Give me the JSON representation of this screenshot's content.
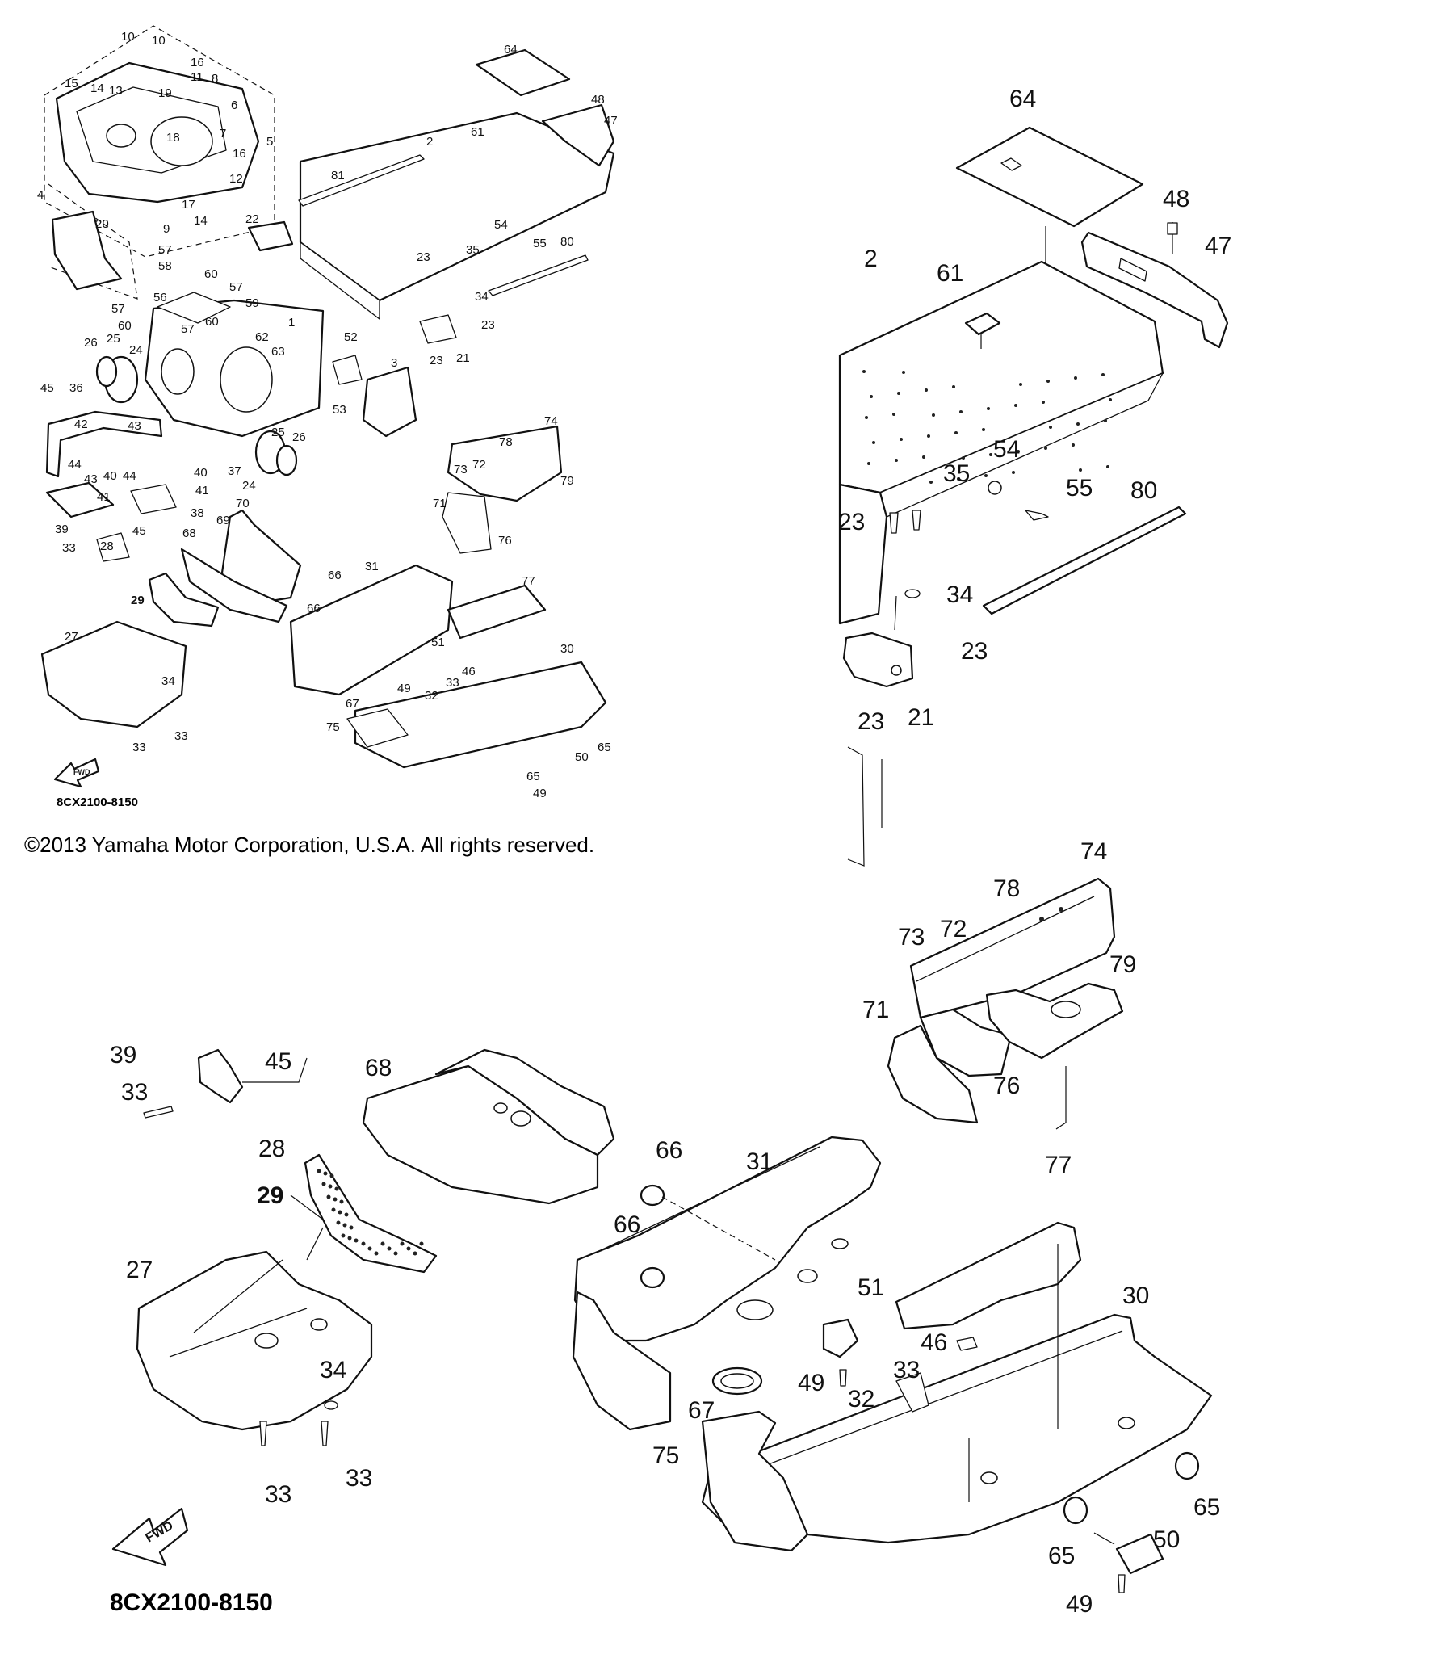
{
  "copyright": "©2013 Yamaha Motor Corporation, U.S.A. All rights reserved.",
  "diagram_code": "8CX2100-8150",
  "fwd_label": "FWD",
  "overview_callouts": [
    {
      "id": "ov-10a",
      "text": "10"
    },
    {
      "id": "ov-10b",
      "text": "10"
    },
    {
      "id": "ov-16a",
      "text": "16"
    },
    {
      "id": "ov-11",
      "text": "11"
    },
    {
      "id": "ov-8",
      "text": "8"
    },
    {
      "id": "ov-15",
      "text": "15"
    },
    {
      "id": "ov-14a",
      "text": "14"
    },
    {
      "id": "ov-13",
      "text": "13"
    },
    {
      "id": "ov-19",
      "text": "19"
    },
    {
      "id": "ov-6",
      "text": "6"
    },
    {
      "id": "ov-7",
      "text": "7"
    },
    {
      "id": "ov-5",
      "text": "5"
    },
    {
      "id": "ov-18",
      "text": "18"
    },
    {
      "id": "ov-16b",
      "text": "16"
    },
    {
      "id": "ov-12",
      "text": "12"
    },
    {
      "id": "ov-17",
      "text": "17"
    },
    {
      "id": "ov-14b",
      "text": "14"
    },
    {
      "id": "ov-9",
      "text": "9"
    },
    {
      "id": "ov-4",
      "text": "4"
    },
    {
      "id": "ov-20",
      "text": "20"
    },
    {
      "id": "ov-22",
      "text": "22"
    },
    {
      "id": "ov-64",
      "text": "64"
    },
    {
      "id": "ov-48",
      "text": "48"
    },
    {
      "id": "ov-47",
      "text": "47"
    },
    {
      "id": "ov-2",
      "text": "2"
    },
    {
      "id": "ov-61",
      "text": "61"
    },
    {
      "id": "ov-81",
      "text": "81"
    },
    {
      "id": "ov-54",
      "text": "54"
    },
    {
      "id": "ov-23a",
      "text": "23"
    },
    {
      "id": "ov-35",
      "text": "35"
    },
    {
      "id": "ov-55",
      "text": "55"
    },
    {
      "id": "ov-80",
      "text": "80"
    },
    {
      "id": "ov-34a",
      "text": "34"
    },
    {
      "id": "ov-23b",
      "text": "23"
    },
    {
      "id": "ov-23c",
      "text": "23"
    },
    {
      "id": "ov-21",
      "text": "21"
    },
    {
      "id": "ov-57a",
      "text": "57"
    },
    {
      "id": "ov-58",
      "text": "58"
    },
    {
      "id": "ov-60a",
      "text": "60"
    },
    {
      "id": "ov-56",
      "text": "56"
    },
    {
      "id": "ov-57b",
      "text": "57"
    },
    {
      "id": "ov-59",
      "text": "59"
    },
    {
      "id": "ov-57c",
      "text": "57"
    },
    {
      "id": "ov-60b",
      "text": "60"
    },
    {
      "id": "ov-57d",
      "text": "57"
    },
    {
      "id": "ov-60c",
      "text": "60"
    },
    {
      "id": "ov-1",
      "text": "1"
    },
    {
      "id": "ov-62",
      "text": "62"
    },
    {
      "id": "ov-63",
      "text": "63"
    },
    {
      "id": "ov-26a",
      "text": "26"
    },
    {
      "id": "ov-25a",
      "text": "25"
    },
    {
      "id": "ov-24a",
      "text": "24"
    },
    {
      "id": "ov-52",
      "text": "52"
    },
    {
      "id": "ov-3",
      "text": "3"
    },
    {
      "id": "ov-53",
      "text": "53"
    },
    {
      "id": "ov-45a",
      "text": "45"
    },
    {
      "id": "ov-36",
      "text": "36"
    },
    {
      "id": "ov-42",
      "text": "42"
    },
    {
      "id": "ov-43a",
      "text": "43"
    },
    {
      "id": "ov-25b",
      "text": "25"
    },
    {
      "id": "ov-26b",
      "text": "26"
    },
    {
      "id": "ov-37",
      "text": "37"
    },
    {
      "id": "ov-24b",
      "text": "24"
    },
    {
      "id": "ov-44a",
      "text": "44"
    },
    {
      "id": "ov-40a",
      "text": "40"
    },
    {
      "id": "ov-44b",
      "text": "44"
    },
    {
      "id": "ov-40b",
      "text": "40"
    },
    {
      "id": "ov-43b",
      "text": "43"
    },
    {
      "id": "ov-41a",
      "text": "41"
    },
    {
      "id": "ov-41b",
      "text": "41"
    },
    {
      "id": "ov-39",
      "text": "39"
    },
    {
      "id": "ov-38",
      "text": "38"
    },
    {
      "id": "ov-45b",
      "text": "45"
    },
    {
      "id": "ov-33a",
      "text": "33"
    },
    {
      "id": "ov-28",
      "text": "28"
    },
    {
      "id": "ov-74",
      "text": "74"
    },
    {
      "id": "ov-78",
      "text": "78"
    },
    {
      "id": "ov-73",
      "text": "73"
    },
    {
      "id": "ov-72",
      "text": "72"
    },
    {
      "id": "ov-79",
      "text": "79"
    },
    {
      "id": "ov-71",
      "text": "71"
    },
    {
      "id": "ov-76",
      "text": "76"
    },
    {
      "id": "ov-70",
      "text": "70"
    },
    {
      "id": "ov-68",
      "text": "68"
    },
    {
      "id": "ov-69",
      "text": "69"
    },
    {
      "id": "ov-29",
      "text": "29"
    },
    {
      "id": "ov-27",
      "text": "27"
    },
    {
      "id": "ov-34b",
      "text": "34"
    },
    {
      "id": "ov-33b",
      "text": "33"
    },
    {
      "id": "ov-33c",
      "text": "33"
    },
    {
      "id": "ov-66a",
      "text": "66"
    },
    {
      "id": "ov-31",
      "text": "31"
    },
    {
      "id": "ov-66b",
      "text": "66"
    },
    {
      "id": "ov-77",
      "text": "77"
    },
    {
      "id": "ov-51",
      "text": "51"
    },
    {
      "id": "ov-46",
      "text": "46"
    },
    {
      "id": "ov-30",
      "text": "30"
    },
    {
      "id": "ov-49a",
      "text": "49"
    },
    {
      "id": "ov-33d",
      "text": "33"
    },
    {
      "id": "ov-32",
      "text": "32"
    },
    {
      "id": "ov-67",
      "text": "67"
    },
    {
      "id": "ov-75",
      "text": "75"
    },
    {
      "id": "ov-65a",
      "text": "65"
    },
    {
      "id": "ov-50",
      "text": "50"
    },
    {
      "id": "ov-65b",
      "text": "65"
    },
    {
      "id": "ov-49b",
      "text": "49"
    }
  ],
  "upper_right_callouts": [
    {
      "id": "ur-64",
      "text": "64"
    },
    {
      "id": "ur-48",
      "text": "48"
    },
    {
      "id": "ur-47",
      "text": "47"
    },
    {
      "id": "ur-2",
      "text": "2"
    },
    {
      "id": "ur-61",
      "text": "61"
    },
    {
      "id": "ur-54",
      "text": "54"
    },
    {
      "id": "ur-35",
      "text": "35"
    },
    {
      "id": "ur-55",
      "text": "55"
    },
    {
      "id": "ur-80",
      "text": "80"
    },
    {
      "id": "ur-23a",
      "text": "23"
    },
    {
      "id": "ur-34",
      "text": "34"
    },
    {
      "id": "ur-23b",
      "text": "23"
    },
    {
      "id": "ur-23c",
      "text": "23"
    },
    {
      "id": "ur-21",
      "text": "21"
    }
  ],
  "lower_right_callouts": [
    {
      "id": "lr-74",
      "text": "74"
    },
    {
      "id": "lr-78",
      "text": "78"
    },
    {
      "id": "lr-73",
      "text": "73"
    },
    {
      "id": "lr-72",
      "text": "72"
    },
    {
      "id": "lr-79",
      "text": "79"
    },
    {
      "id": "lr-71",
      "text": "71"
    },
    {
      "id": "lr-76",
      "text": "76"
    },
    {
      "id": "lr-31",
      "text": "31"
    },
    {
      "id": "lr-66a",
      "text": "66"
    },
    {
      "id": "lr-66b",
      "text": "66"
    },
    {
      "id": "lr-77",
      "text": "77"
    },
    {
      "id": "lr-51",
      "text": "51"
    },
    {
      "id": "lr-30",
      "text": "30"
    },
    {
      "id": "lr-46",
      "text": "46"
    },
    {
      "id": "lr-33",
      "text": "33"
    },
    {
      "id": "lr-49a",
      "text": "49"
    },
    {
      "id": "lr-32",
      "text": "32"
    },
    {
      "id": "lr-67",
      "text": "67"
    },
    {
      "id": "lr-75",
      "text": "75"
    },
    {
      "id": "lr-65a",
      "text": "65"
    },
    {
      "id": "lr-50",
      "text": "50"
    },
    {
      "id": "lr-65b",
      "text": "65"
    },
    {
      "id": "lr-49b",
      "text": "49"
    }
  ],
  "lower_left_callouts": [
    {
      "id": "ll-39",
      "text": "39"
    },
    {
      "id": "ll-45",
      "text": "45"
    },
    {
      "id": "ll-33a",
      "text": "33"
    },
    {
      "id": "ll-68",
      "text": "68"
    },
    {
      "id": "ll-28",
      "text": "28"
    },
    {
      "id": "ll-29",
      "text": "29"
    },
    {
      "id": "ll-27",
      "text": "27"
    },
    {
      "id": "ll-34",
      "text": "34"
    },
    {
      "id": "ll-33b",
      "text": "33"
    },
    {
      "id": "ll-33c",
      "text": "33"
    }
  ]
}
